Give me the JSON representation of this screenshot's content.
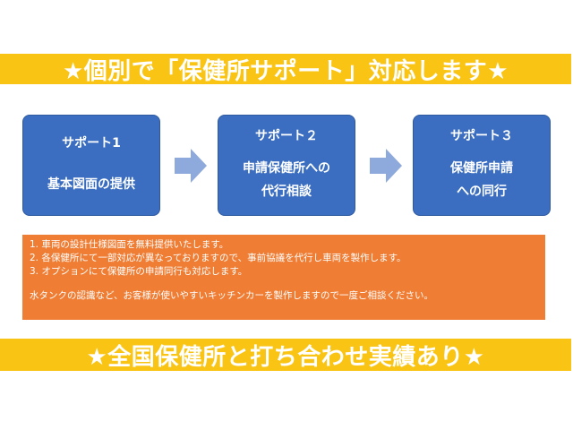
{
  "banner_top": "★個別で「保健所サポート」対応します★",
  "steps": [
    {
      "title": "サポート1",
      "lines": [
        "基本図面の提供"
      ]
    },
    {
      "title": "サポート２",
      "lines": [
        "申請保健所への",
        "代行相談"
      ]
    },
    {
      "title": "サポート３",
      "lines": [
        "保健所申請",
        "への同行"
      ]
    }
  ],
  "info": {
    "items": [
      "1. 車両の設計仕様図面を無料提供いたします。",
      "2. 各保健所にて一部対応が異なっておりますので、事前協議を代行し車両を製作します。",
      "3. オプションにて保健所の申請同行も対応します。"
    ],
    "note": "水タンクの認識など、お客様が使いやすいキッチンカーを製作しますので一度ご相談ください。"
  },
  "banner_bottom": "★全国保健所と打ち合わせ実績あり★",
  "colors": {
    "banner": "#f9c413",
    "step_box": "#3b6ec0",
    "arrow": "#8ea9db",
    "info_box": "#ef7d34"
  },
  "icons": {
    "step_arrow": "right-arrow-icon"
  }
}
